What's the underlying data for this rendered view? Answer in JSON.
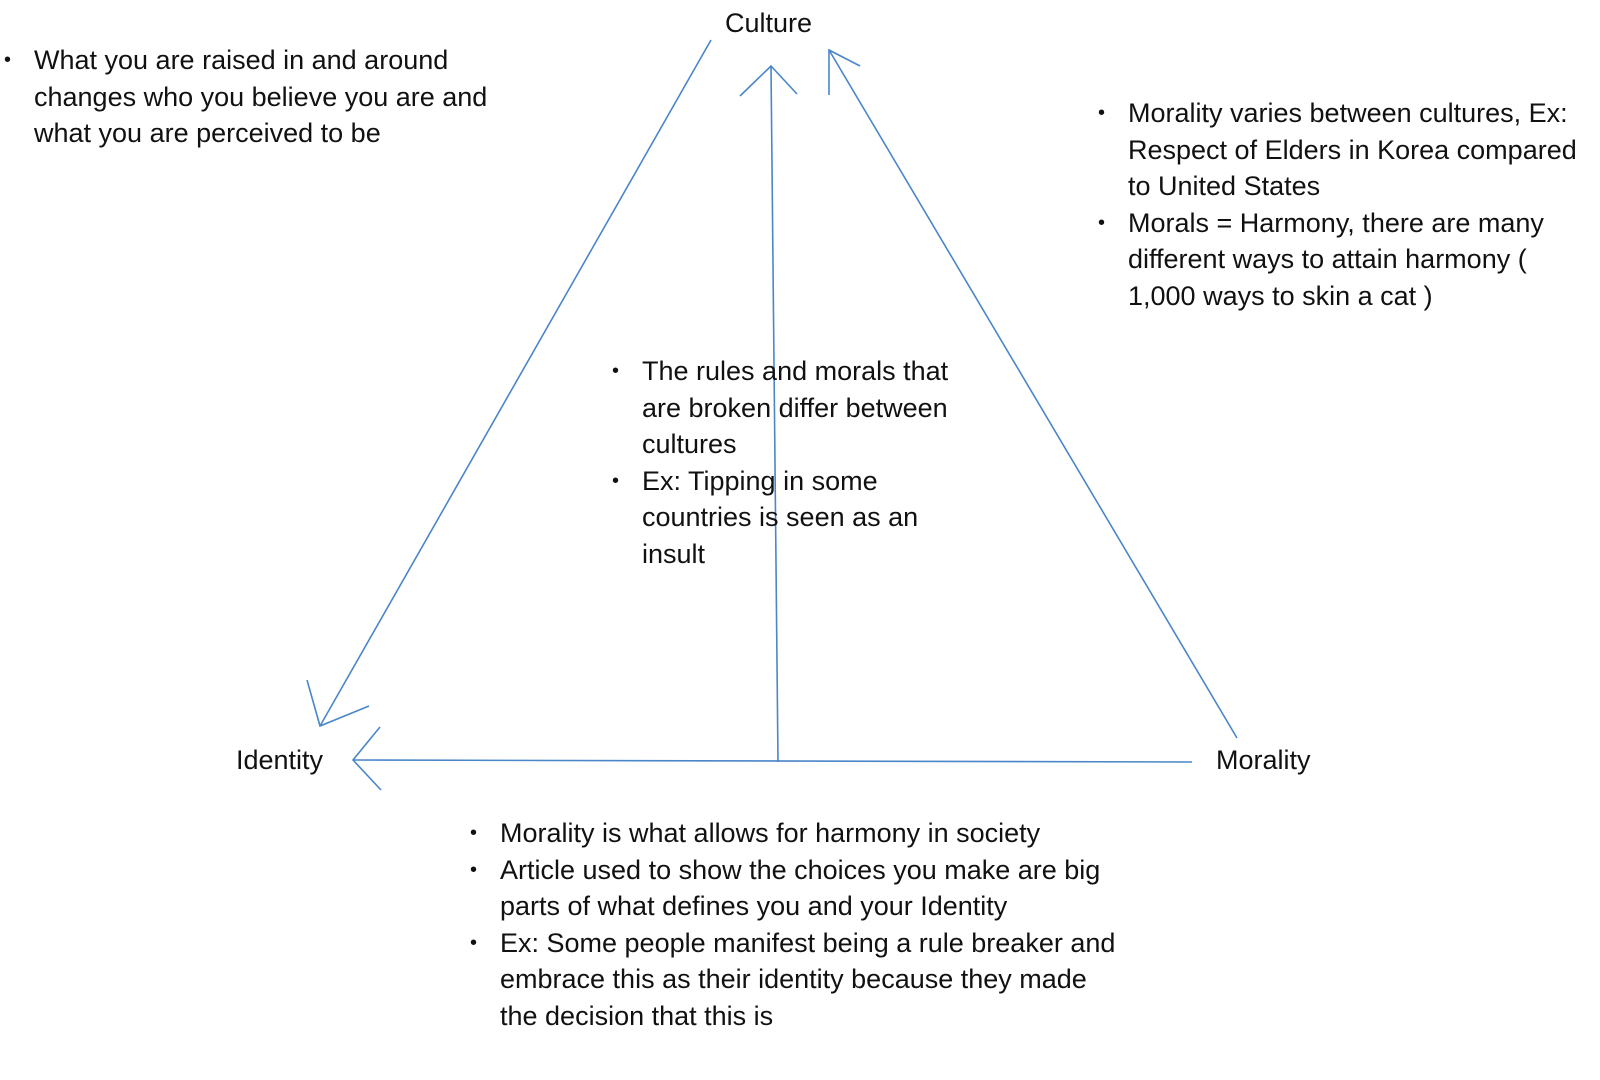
{
  "nodes": {
    "culture": "Culture",
    "identity": "Identity",
    "morality": "Morality"
  },
  "notes": {
    "culture_identity": [
      "What you are raised in and around changes who you believe you are and what you are perceived to be"
    ],
    "culture_morality": [
      "Morality varies between cultures, Ex: Respect of Elders in Korea compared to United States",
      "Morals = Harmony, there are many different ways to attain harmony ( 1,000 ways to skin a cat )"
    ],
    "center": [
      "The rules and morals that are broken differ between cultures",
      "Ex: Tipping in some countries is seen as an insult"
    ],
    "morality_identity": [
      "Morality is what allows for harmony in society",
      "Article used to show the choices you make are big parts of what defines you and your Identity",
      "Ex: Some people manifest being a rule breaker and embrace this as their identity because they made the decision that this is"
    ]
  },
  "colors": {
    "arrow": "#4a86c8",
    "text": "#111111"
  }
}
